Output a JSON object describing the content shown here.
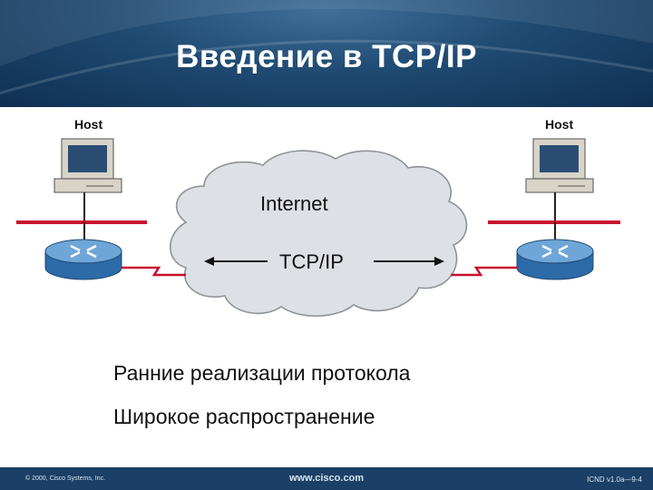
{
  "header": {
    "title": "Введение в TCP/IP"
  },
  "diagram": {
    "left_host_label": "Host",
    "right_host_label": "Host",
    "cloud_label": "Internet",
    "protocol_label": "TCP/IP"
  },
  "bullets": [
    "Ранние реализации протокола",
    "Широкое распространение"
  ],
  "footer": {
    "copyright": "© 2000, Cisco Systems, Inc.",
    "website": "www.cisco.com",
    "slide_ref": "ICND v1.0a—9-4"
  },
  "colors": {
    "header_blue": "#1f4a72",
    "link_red": "#c8102e",
    "router_blue": "#3a7fc0"
  }
}
